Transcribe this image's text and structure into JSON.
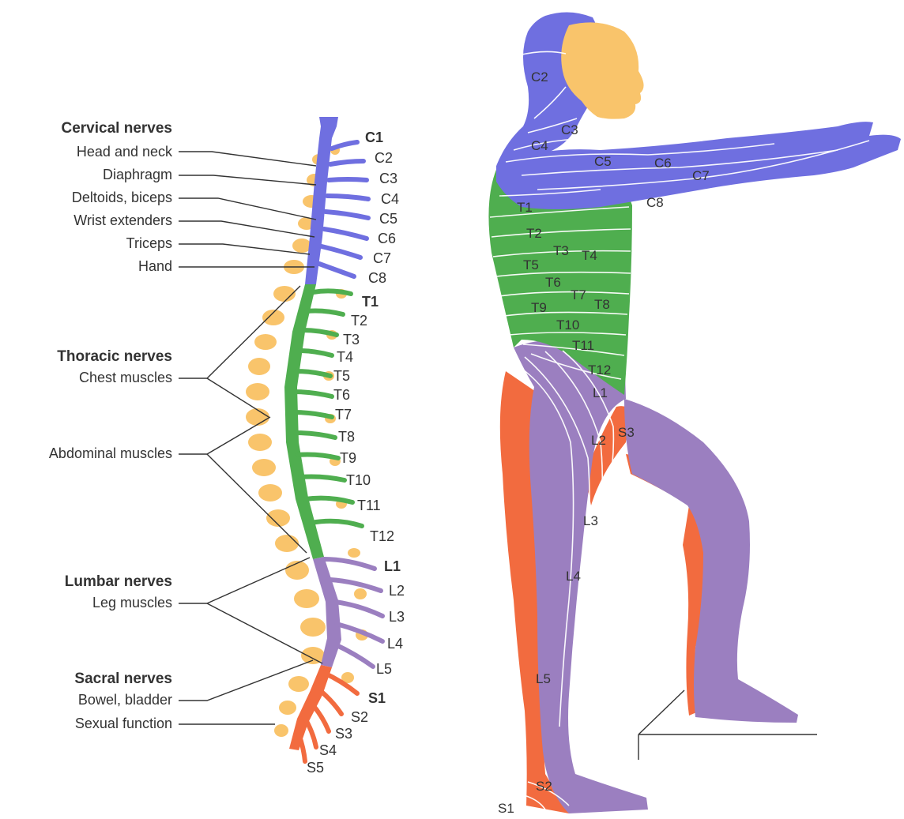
{
  "colors": {
    "cervical": "#6f6fe0",
    "thoracic": "#4fae4f",
    "lumbar": "#9b7fc0",
    "sacral": "#f26b3f",
    "vertebra": "#f9c46b",
    "face": "#f9c46b",
    "line": "#333333"
  },
  "groups": {
    "cervical": "Cervical nerves",
    "thoracic": "Thoracic nerves",
    "lumbar": "Lumbar nerves",
    "sacral": "Sacral nerves"
  },
  "functions": {
    "head_neck": "Head and neck",
    "diaphragm": "Diaphragm",
    "deltoids": "Deltoids, biceps",
    "wrist": "Wrist extenders",
    "triceps": "Triceps",
    "hand": "Hand",
    "chest": "Chest muscles",
    "abdominal": "Abdominal muscles",
    "leg": "Leg muscles",
    "bowel": "Bowel, bladder",
    "sexual": "Sexual function"
  },
  "spine_nerves": {
    "c1": "C1",
    "c2": "C2",
    "c3": "C3",
    "c4": "C4",
    "c5": "C5",
    "c6": "C6",
    "c7": "C7",
    "c8": "C8",
    "t1": "T1",
    "t2": "T2",
    "t3": "T3",
    "t4": "T4",
    "t5": "T5",
    "t6": "T6",
    "t7": "T7",
    "t8": "T8",
    "t9": "T9",
    "t10": "T10",
    "t11": "T11",
    "t12": "T12",
    "l1": "L1",
    "l2": "L2",
    "l3": "L3",
    "l4": "L4",
    "l5": "L5",
    "s1": "S1",
    "s2": "S2",
    "s3": "S3",
    "s4": "S4",
    "s5": "S5"
  },
  "body_labels": {
    "c2": "C2",
    "c3": "C3",
    "c4": "C4",
    "c5": "C5",
    "c6": "C6",
    "c7": "C7",
    "c8": "C8",
    "t1": "T1",
    "t2": "T2",
    "t3": "T3",
    "t4": "T4",
    "t5": "T5",
    "t6": "T6",
    "t7": "T7",
    "t8": "T8",
    "t9": "T9",
    "t10": "T10",
    "t11": "T11",
    "t12": "T12",
    "l1": "L1",
    "l2": "L2",
    "l3": "L3",
    "l4": "L4",
    "l5": "L5",
    "s1": "S1",
    "s2": "S2",
    "s3": "S3"
  }
}
